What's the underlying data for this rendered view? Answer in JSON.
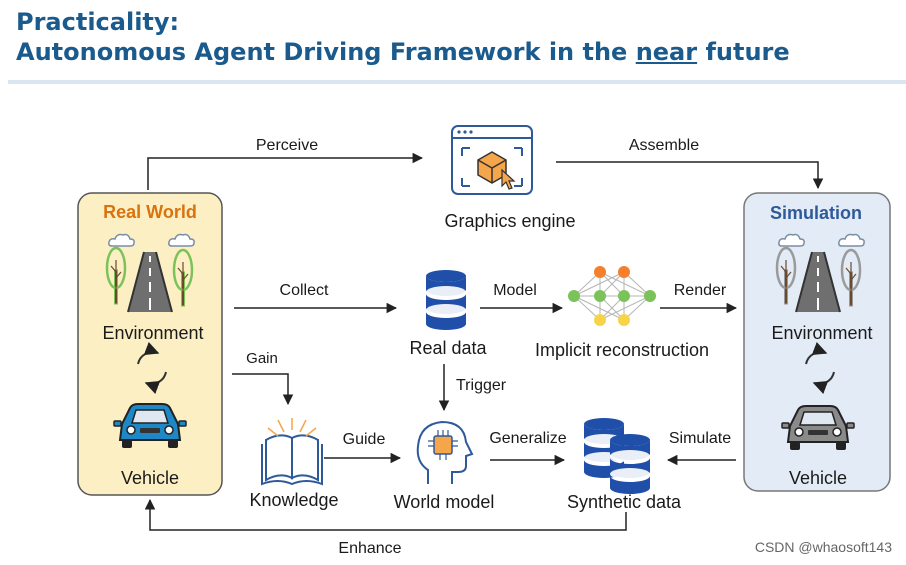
{
  "header": {
    "title_line1": "Practicality:",
    "title_line2_pre": "Autonomous Agent Driving Framework in the ",
    "title_line2_under": "near",
    "title_line2_post": " future"
  },
  "real_world": {
    "title": "Real World",
    "environment": "Environment",
    "vehicle": "Vehicle"
  },
  "simulation": {
    "title": "Simulation",
    "environment": "Environment",
    "vehicle": "Vehicle"
  },
  "nodes": {
    "graphics_engine": "Graphics engine",
    "real_data": "Real data",
    "implicit_reconstruction": "Implicit reconstruction",
    "knowledge": "Knowledge",
    "world_model": "World model",
    "synthetic_data": "Synthetic data"
  },
  "edges": {
    "perceive": "Perceive",
    "assemble": "Assemble",
    "collect": "Collect",
    "model": "Model",
    "render": "Render",
    "gain": "Gain",
    "trigger": "Trigger",
    "guide": "Guide",
    "generalize": "Generalize",
    "simulate": "Simulate",
    "enhance": "Enhance"
  },
  "watermark": "CSDN @whaosoft143",
  "colors": {
    "title": "#1a5a8c",
    "real_world_fill": "#fcefc4",
    "real_world_title": "#d9730d",
    "simulation_fill": "#e3ebf7",
    "simulation_title": "#2e5a9a",
    "database_blue": "#1f4fa8",
    "tree_green": "#7cc25a",
    "car_blue": "#1e88c7",
    "car_gray": "#8a8a8a"
  },
  "icons": [
    "cloud-icon",
    "tree-icon",
    "road-icon",
    "cycle-icon",
    "car-icon",
    "graphics-engine-icon",
    "database-icon",
    "neural-network-icon",
    "book-icon",
    "brain-chip-icon"
  ]
}
